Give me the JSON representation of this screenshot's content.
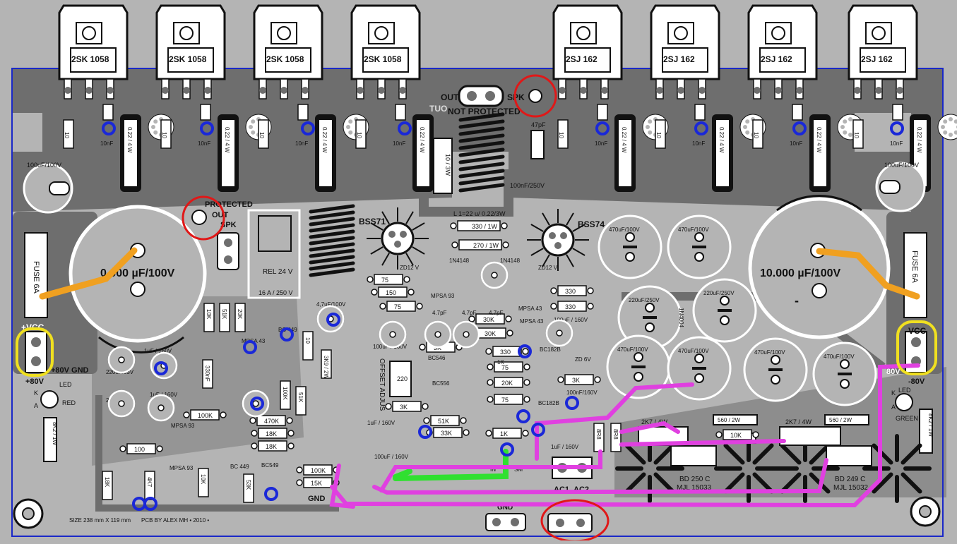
{
  "colors": {
    "board": "#b4b4b4",
    "copper": "#6e6e6e",
    "outline": "#1a28c8",
    "silk": "#111111",
    "pad": "#ffffff",
    "mark_red": "#e01818",
    "mark_blue": "#1a28d8",
    "mark_yellow": "#f0e020",
    "wire_orange": "#f0a020",
    "wire_magenta": "#e040e0",
    "wire_green": "#30e030"
  },
  "mosfets_n": [
    "2SK 1058",
    "2SK 1058",
    "2SK 1058",
    "2SK 1058"
  ],
  "mosfets_p": [
    "2SJ 162",
    "2SJ 162",
    "2SJ 162",
    "2SJ 162"
  ],
  "gate_resistor": "10",
  "gate_cap": "10nF",
  "source_resistor": "0.22 / 4 W",
  "output_block": {
    "out": "OUT",
    "spk": "SPK",
    "not_protected": "NOT PROTECTED",
    "tud": "TUO",
    "cap_47p": "47pF",
    "res_10": "10 / 3W",
    "zobel_cap": "100nF/250V"
  },
  "protected": {
    "label": "PROTECTED",
    "out": "OUT",
    "spk": "SPK"
  },
  "relay": {
    "label": "REL 24 V",
    "rating": "16 A / 250 V"
  },
  "drivers": {
    "left": "BSS71",
    "right": "BSS74",
    "coil": "L 1=22 u/ 0.22/3W"
  },
  "bulk_cap": "10.000 µF/100V",
  "bulk_cap_left": "0.000 µF/100V",
  "fuse": "FUSE 6A",
  "small_cap": "100uF/100V",
  "supply": {
    "vcc_pos": "+VCC",
    "vcc_neg": "-VCC",
    "v80_gnd": "+80V  GND",
    "v80_pos": "+80V",
    "v80_neg": "-80V",
    "v80_right": "80V"
  },
  "led_left": {
    "led": "LED",
    "k": "K",
    "a": "A",
    "red": "RED",
    "res": "8K2 / 1W"
  },
  "led_right": {
    "led": "LED",
    "k": "K",
    "a": "A",
    "green": "GREEN",
    "res": "8K2 / 1W"
  },
  "power_tr": {
    "left_name": "BD 250 C",
    "left_alt": "MJL 15033",
    "right_name": "BD 249 C",
    "right_alt": "MJL 15032"
  },
  "res_2k7": "2K7 / 4W",
  "res_560": "560 / 2W",
  "res_10k": "10K",
  "caps_470": "470uF/100V",
  "caps_220": "220uF/250V",
  "caps_220b": "220uF/250V",
  "diode_1n4004": "1N4004",
  "ac": {
    "ac1": "AC1",
    "ac2": "AC2",
    "gnd": "GND",
    "gnd_left": "GND"
  },
  "board_info": {
    "size": "SIZE 238 mm X 119 mm",
    "author": "PCB BY ALEX MH • 2010 •"
  },
  "offset": {
    "label": "OFFSET ADJUS",
    "pot": "220"
  },
  "small_parts": {
    "r75a": "75",
    "r150": "150",
    "r75b": "75",
    "r330a": "330 / 1W",
    "r270": "270 / 1W",
    "r330b": "330",
    "r330c": "330",
    "r30k1": "30K",
    "r30k2": "30K",
    "r3k": "3K",
    "r330d": "330",
    "r75c": "75",
    "r20k": "20K",
    "r75d": "75",
    "r3k2": "3K",
    "r51k": "51K",
    "r33k": "33K",
    "r1k": "1K",
    "r3k3": "3K",
    "r470k": "470K",
    "r18k1": "18K",
    "r18k2": "18K",
    "r100k1": "100K",
    "r100k2": "100K",
    "r15k": "15K",
    "r100": "100",
    "r3k9": "3K9 / 2W",
    "zd12a": "ZD12 V",
    "zd12b": "ZD12 V",
    "d1n4148a": "1N4148",
    "d1n4148b": "1N4148",
    "mpsa93": "MPSA 93",
    "mpsa43": "MPSA 43",
    "bc546": "BC546",
    "bc556": "BC556",
    "bc182b": "BC182B",
    "bc449": "BC 449",
    "bc549": "BC549",
    "cap47": "4.7pF",
    "cap1u": "1uF / 160V",
    "cap100u": "100uF / 160V",
    "cap4u7": "4,7uF/100V",
    "cap220_63": "220uF/63V",
    "zd6v": "ZD 6V",
    "c100n160": "100nF/160V",
    "r8r8a": "8R8",
    "r8r8b": "8R8",
    "r10k2": "10K",
    "r1k2": "1K",
    "r20kb": "20K",
    "r51kb": "51K",
    "r53k": "53K",
    "r4k7": "4K7",
    "r18kb": "18K",
    "r10c": "10K",
    "r100kb": "100K",
    "r10l": "10",
    "r330f": "330nF",
    "in": "IN",
    "sm": "SM"
  }
}
